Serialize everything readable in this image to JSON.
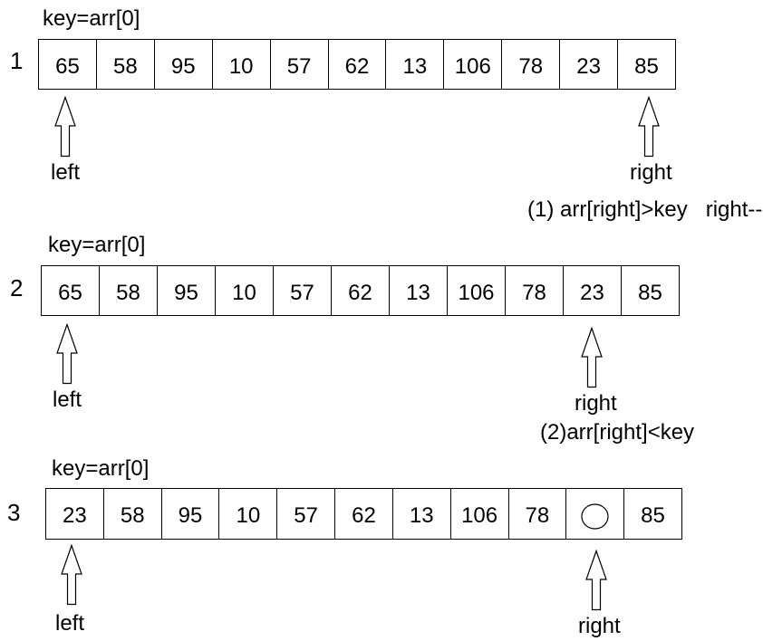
{
  "colors": {
    "background": "#ffffff",
    "ink": "#000000"
  },
  "steps": [
    {
      "index": "1",
      "key_label": "key=arr[0]",
      "cells": [
        "65",
        "58",
        "95",
        "10",
        "57",
        "62",
        "13",
        "106",
        "78",
        "23",
        "85"
      ],
      "left_pointer_label": "left",
      "right_pointer_label": "right",
      "left_pointer_cell": 0,
      "right_pointer_cell": 10,
      "caption": "(1) arr[right]>key   right--"
    },
    {
      "index": "2",
      "key_label": "key=arr[0]",
      "cells": [
        "65",
        "58",
        "95",
        "10",
        "57",
        "62",
        "13",
        "106",
        "78",
        "23",
        "85"
      ],
      "left_pointer_label": "left",
      "right_pointer_label": "right",
      "left_pointer_cell": 0,
      "right_pointer_cell": 9,
      "caption": "(2)arr[right]<key"
    },
    {
      "index": "3",
      "key_label": "key=arr[0]",
      "cells": [
        "23",
        "58",
        "95",
        "10",
        "57",
        "62",
        "13",
        "106",
        "78",
        "",
        "85"
      ],
      "empty_circle_cell": 9,
      "left_pointer_label": "left",
      "right_pointer_label": "right",
      "left_pointer_cell": 0,
      "right_pointer_cell": 9
    }
  ]
}
